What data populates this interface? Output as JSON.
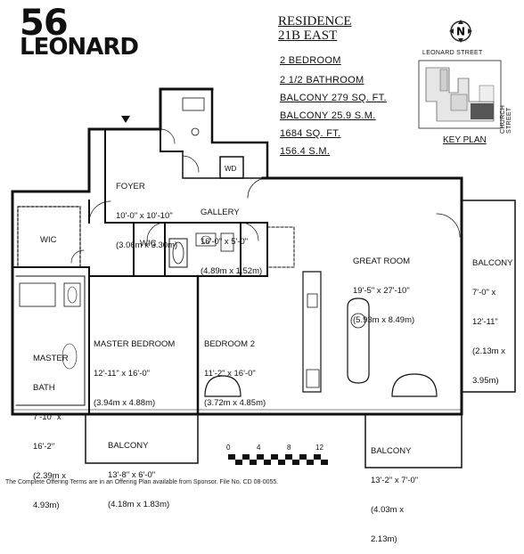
{
  "logo": {
    "number": "56",
    "word": "LEONARD"
  },
  "residence": {
    "line1": "RESIDENCE",
    "line2": "21B  EAST"
  },
  "specs": [
    "2 BEDROOM",
    "2 1/2 BATHROOM",
    "BALCONY 279 SQ. FT.",
    "BALCONY 25.9 S.M.",
    "1684 SQ. FT.",
    "156.4 S.M."
  ],
  "key_plan": {
    "compass": "N",
    "street_top": "LEONARD STREET",
    "street_side": "CHURCH STREET",
    "label": "KEY PLAN"
  },
  "rooms": {
    "foyer": {
      "name": "FOYER",
      "dim_ft": "10'-0\" x 10'-10\"",
      "dim_m": "(3.06m x 3.30m)"
    },
    "gallery": {
      "name": "GALLERY",
      "dim_ft": "16'-0\" x 5'-0\"",
      "dim_m": "(4.89m x 1.52m)"
    },
    "wd": {
      "name": "WD"
    },
    "wic1": {
      "name": "WIC"
    },
    "wic2": {
      "name": "WIC"
    },
    "great_room": {
      "name": "GREAT ROOM",
      "dim_ft": "19'-5\" x 27'-10\"",
      "dim_m": "(5.93m x 8.49m)"
    },
    "balcony_east": {
      "name": "BALCONY",
      "dim_ft1": "7'-0\" x",
      "dim_ft2": "12'-11\"",
      "dim_m1": "(2.13m x",
      "dim_m2": "3.95m)"
    },
    "master_bedroom": {
      "name": "MASTER BEDROOM",
      "dim_ft": "12'-11\" x 16'-0\"",
      "dim_m": "(3.94m x 4.88m)"
    },
    "bedroom2": {
      "name": "BEDROOM 2",
      "dim_ft": "11'-2\" x 16'-0\"",
      "dim_m": "(3.72m x 4.85m)"
    },
    "master_bath": {
      "name1": "MASTER",
      "name2": "BATH",
      "dim_ft1": "7'-10\" x",
      "dim_ft2": "16'-2\"",
      "dim_m1": "(2.39m x",
      "dim_m2": "4.93m)"
    },
    "balcony_south": {
      "name": "BALCONY",
      "dim_ft": "13'-8\" x 6'-0\"",
      "dim_m": "(4.18m x 1.83m)"
    },
    "balcony_se": {
      "name": "BALCONY",
      "dim_ft": "13'-2\" x 7'-0\"",
      "dim_m1": "(4.03m x",
      "dim_m2": "2.13m)"
    }
  },
  "scale": {
    "t0": "0",
    "t4": "4",
    "t8": "8",
    "t12": "12"
  },
  "footer": "The Complete Offering Terms are in an Offering Plan available from Sponsor. File No. CD 08-0055."
}
